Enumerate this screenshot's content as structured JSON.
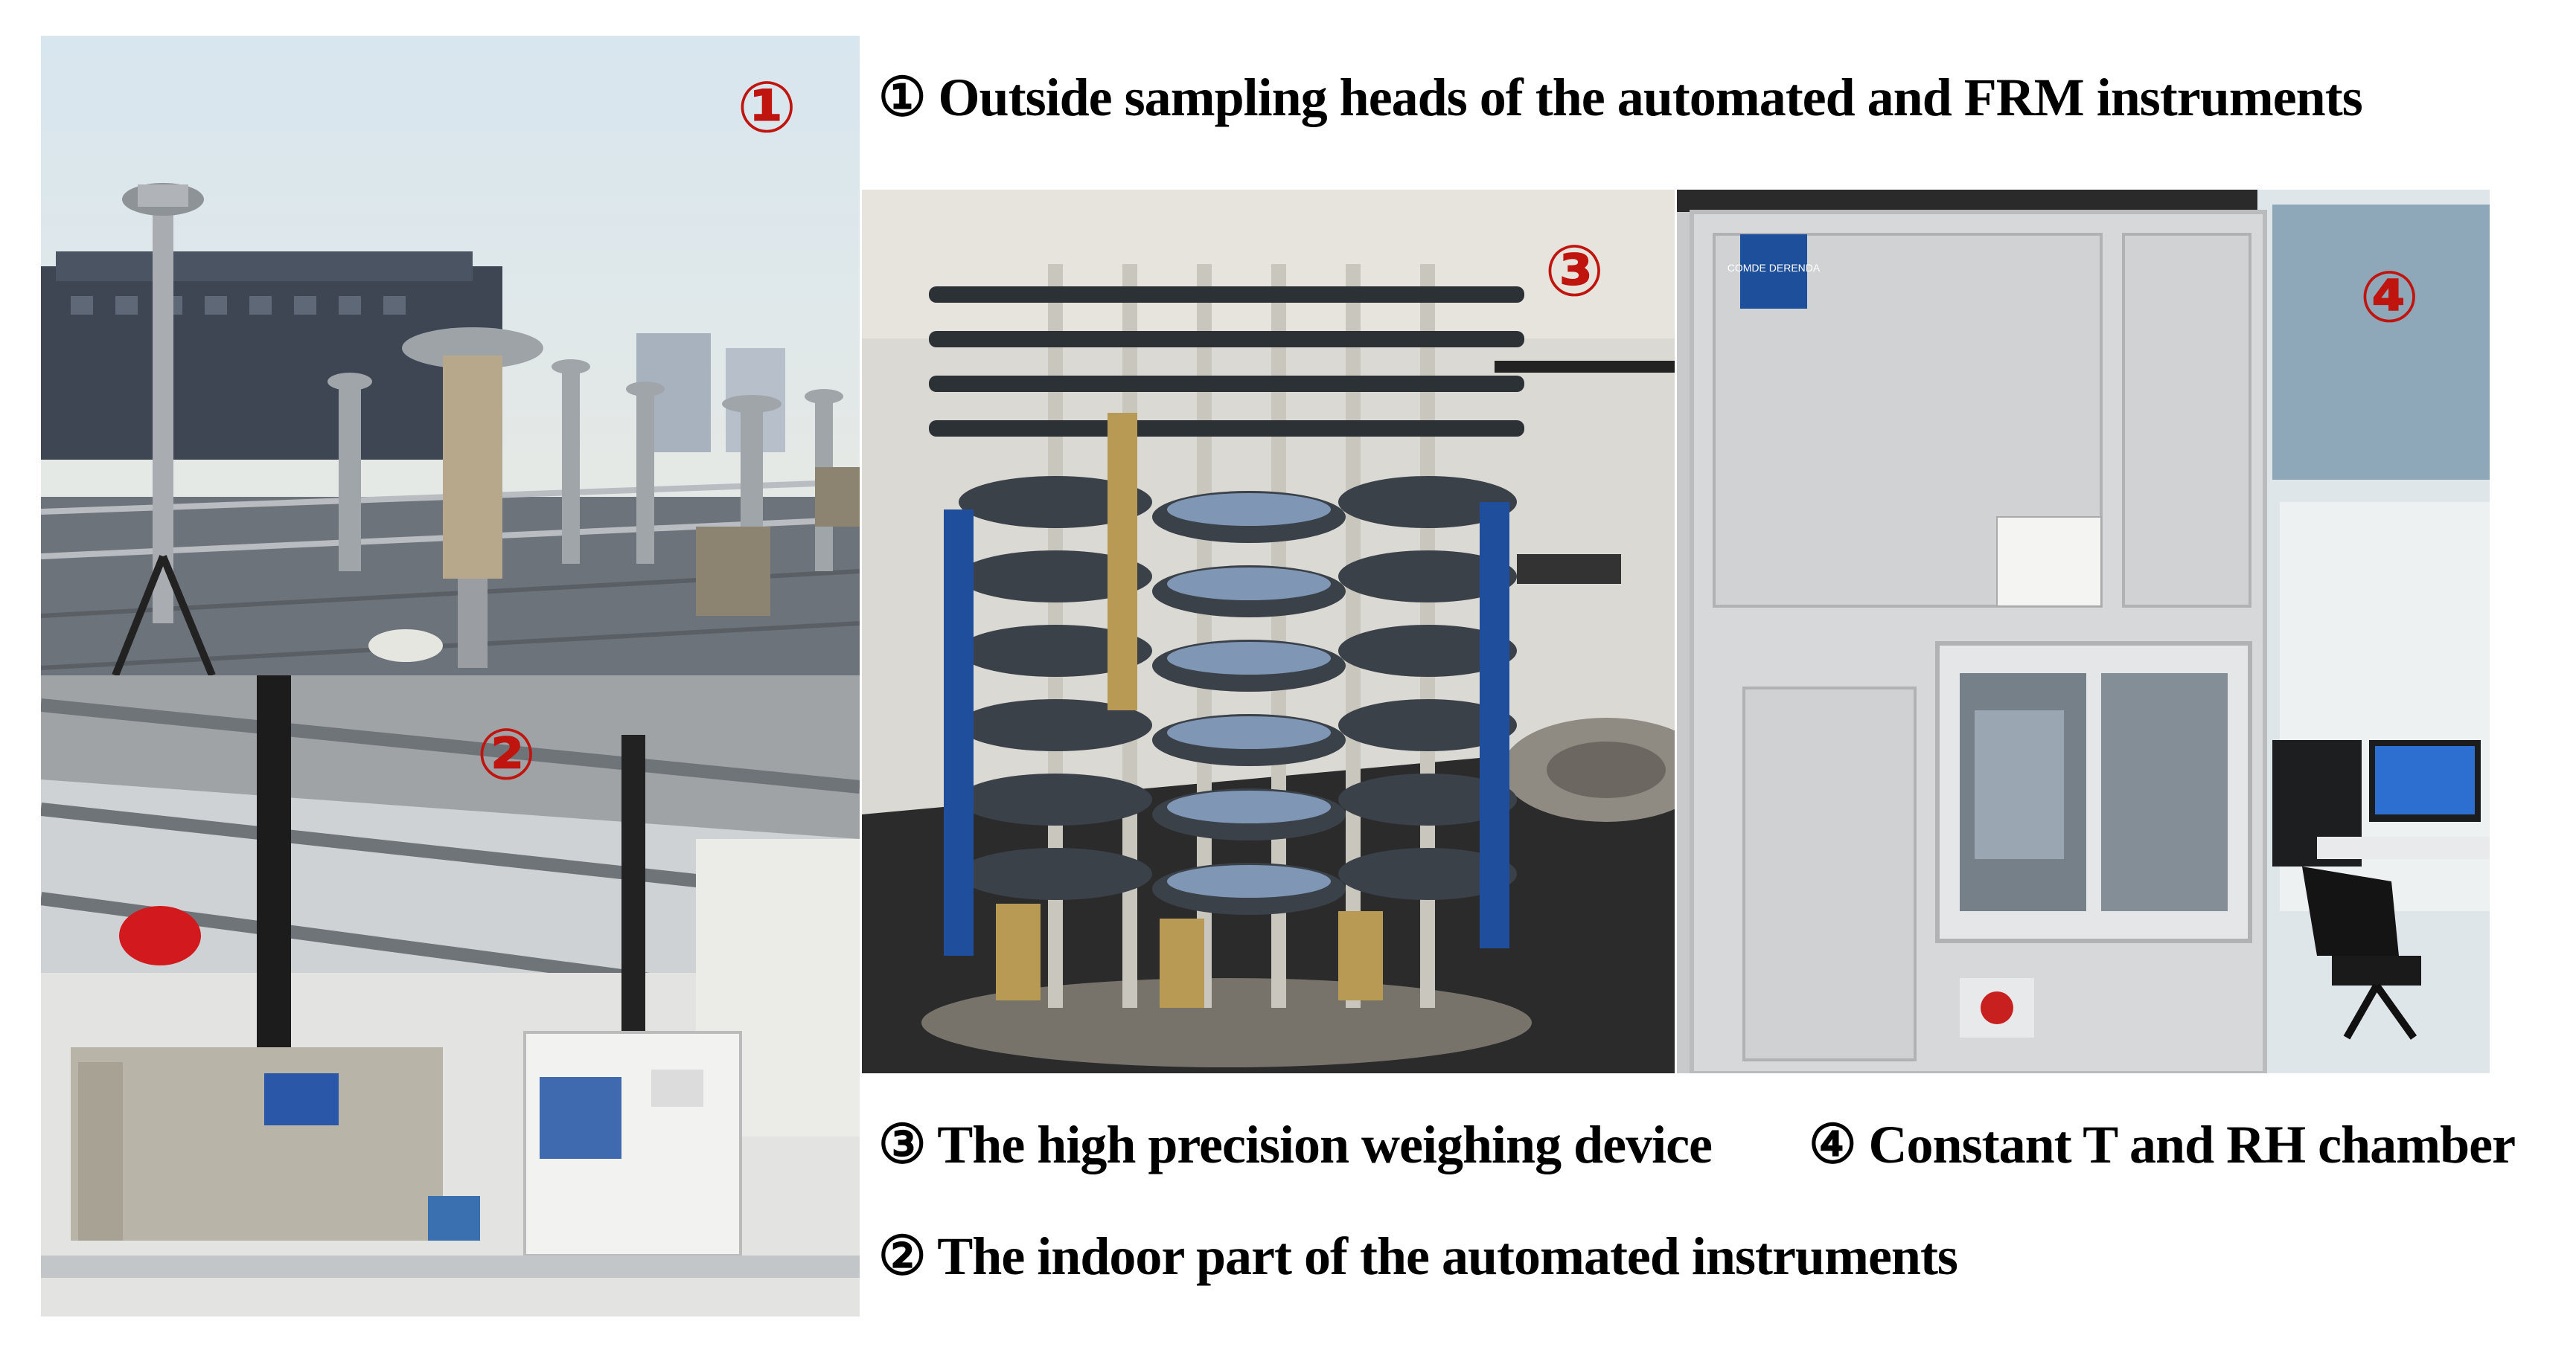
{
  "panels": {
    "p1": {
      "marker": "①",
      "caption": "① Outside sampling heads of the automated and FRM instruments"
    },
    "p2": {
      "marker": "②",
      "caption": "② The indoor part of the automated instruments"
    },
    "p3": {
      "marker": "③",
      "caption": "③ The high precision weighing device"
    },
    "p4": {
      "marker": "④",
      "caption": "④ Constant T and RH chamber",
      "logo_text": "COMDE DERENDA"
    }
  },
  "colors": {
    "marker_red": "#c0140f",
    "caption_black": "#000000",
    "logo_blue": "#1d4f9a"
  }
}
